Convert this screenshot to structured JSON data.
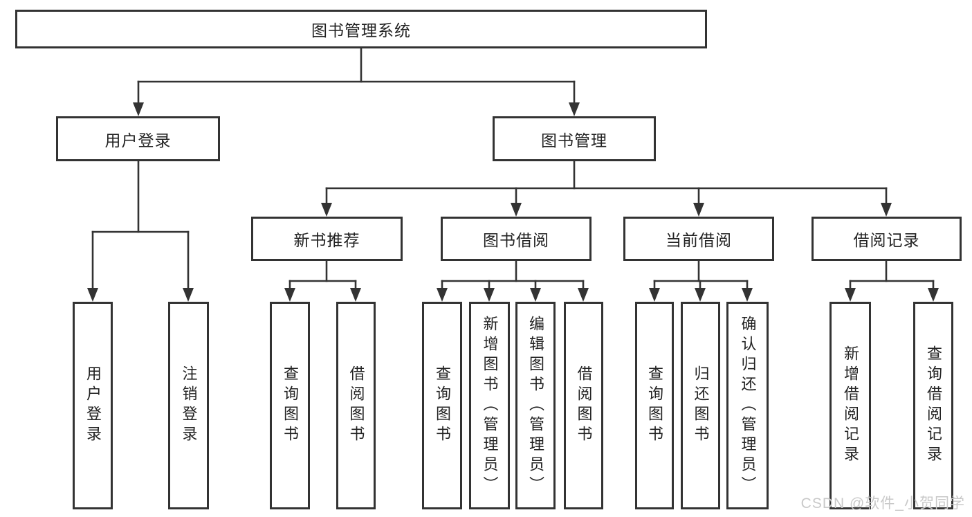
{
  "diagram": {
    "root": {
      "label": "图书管理系统"
    },
    "level2": {
      "user_login": {
        "label": "用户登录"
      },
      "book_mgmt": {
        "label": "图书管理"
      }
    },
    "level3": {
      "new_book": {
        "label": "新书推荐"
      },
      "borrow": {
        "label": "图书借阅"
      },
      "current": {
        "label": "当前借阅"
      },
      "record": {
        "label": "借阅记录"
      }
    },
    "leaves": {
      "user_login_1": {
        "label": "用户登录"
      },
      "user_login_2": {
        "label": "注销登录"
      },
      "new_book_1": {
        "label": "查询图书"
      },
      "new_book_2": {
        "label": "借阅图书"
      },
      "borrow_1": {
        "label": "查询图书"
      },
      "borrow_2": {
        "label": "新增图书（管理员）"
      },
      "borrow_3": {
        "label": "编辑图书（管理员）"
      },
      "borrow_4": {
        "label": "借阅图书"
      },
      "current_1": {
        "label": "查询图书"
      },
      "current_2": {
        "label": "归还图书"
      },
      "current_3": {
        "label": "确认归还（管理员）"
      },
      "record_1": {
        "label": "新增借阅记录"
      },
      "record_2": {
        "label": "查询借阅记录"
      }
    }
  },
  "watermark": {
    "text": "CSDN @软件_小贺同学"
  },
  "colors": {
    "line": "#333333",
    "border": "#333333",
    "text": "#222222",
    "watermark_text": "#c9c9c9",
    "background": "#ffffff"
  }
}
